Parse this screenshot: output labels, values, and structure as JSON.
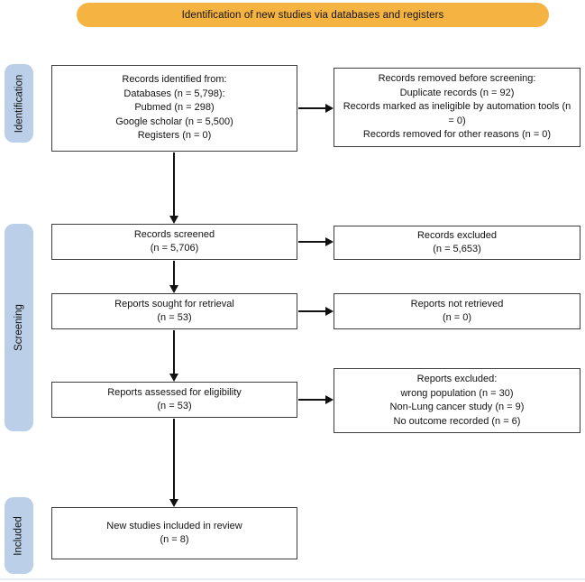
{
  "banner": {
    "label": "Identification of new studies via databases and registers"
  },
  "sidebar": {
    "stages": [
      {
        "label": "Identification"
      },
      {
        "label": "Screening"
      },
      {
        "label": "Included"
      }
    ]
  },
  "flow": {
    "identified": {
      "lines": [
        "Records identified from:",
        "Databases (n = 5,798):",
        "Pubmed (n = 298)",
        "Google scholar (n = 5,500)",
        "Registers (n = 0)"
      ]
    },
    "removed_before_screening": {
      "lines": [
        "Records removed before screening:",
        "Duplicate records (n = 92)",
        "Records marked as ineligible by automation tools (n = 0)",
        "Records removed for other reasons (n = 0)"
      ]
    },
    "screened": {
      "lines": [
        "Records screened",
        "(n = 5,706)"
      ]
    },
    "records_excluded": {
      "lines": [
        "Records excluded",
        "(n = 5,653)"
      ]
    },
    "sought_for_retrieval": {
      "lines": [
        "Reports sought for retrieval",
        "(n = 53)"
      ]
    },
    "not_retrieved": {
      "lines": [
        "Reports not retrieved",
        "(n = 0)"
      ]
    },
    "assessed_for_eligibility": {
      "lines": [
        "Reports assessed for eligibility",
        "(n = 53)"
      ]
    },
    "reports_excluded": {
      "lines": [
        "Reports excluded:",
        "wrong population (n = 30)",
        "Non-Lung cancer study (n = 9)",
        "No outcome recorded (n = 6)"
      ]
    },
    "included_in_review": {
      "lines": [
        "New studies included in review",
        "(n = 8)"
      ]
    }
  },
  "colors": {
    "banner_background": "#F5B341",
    "stage_background": "#BCCFE8",
    "box_border": "#3d3d3d",
    "arrow": "#111111"
  }
}
